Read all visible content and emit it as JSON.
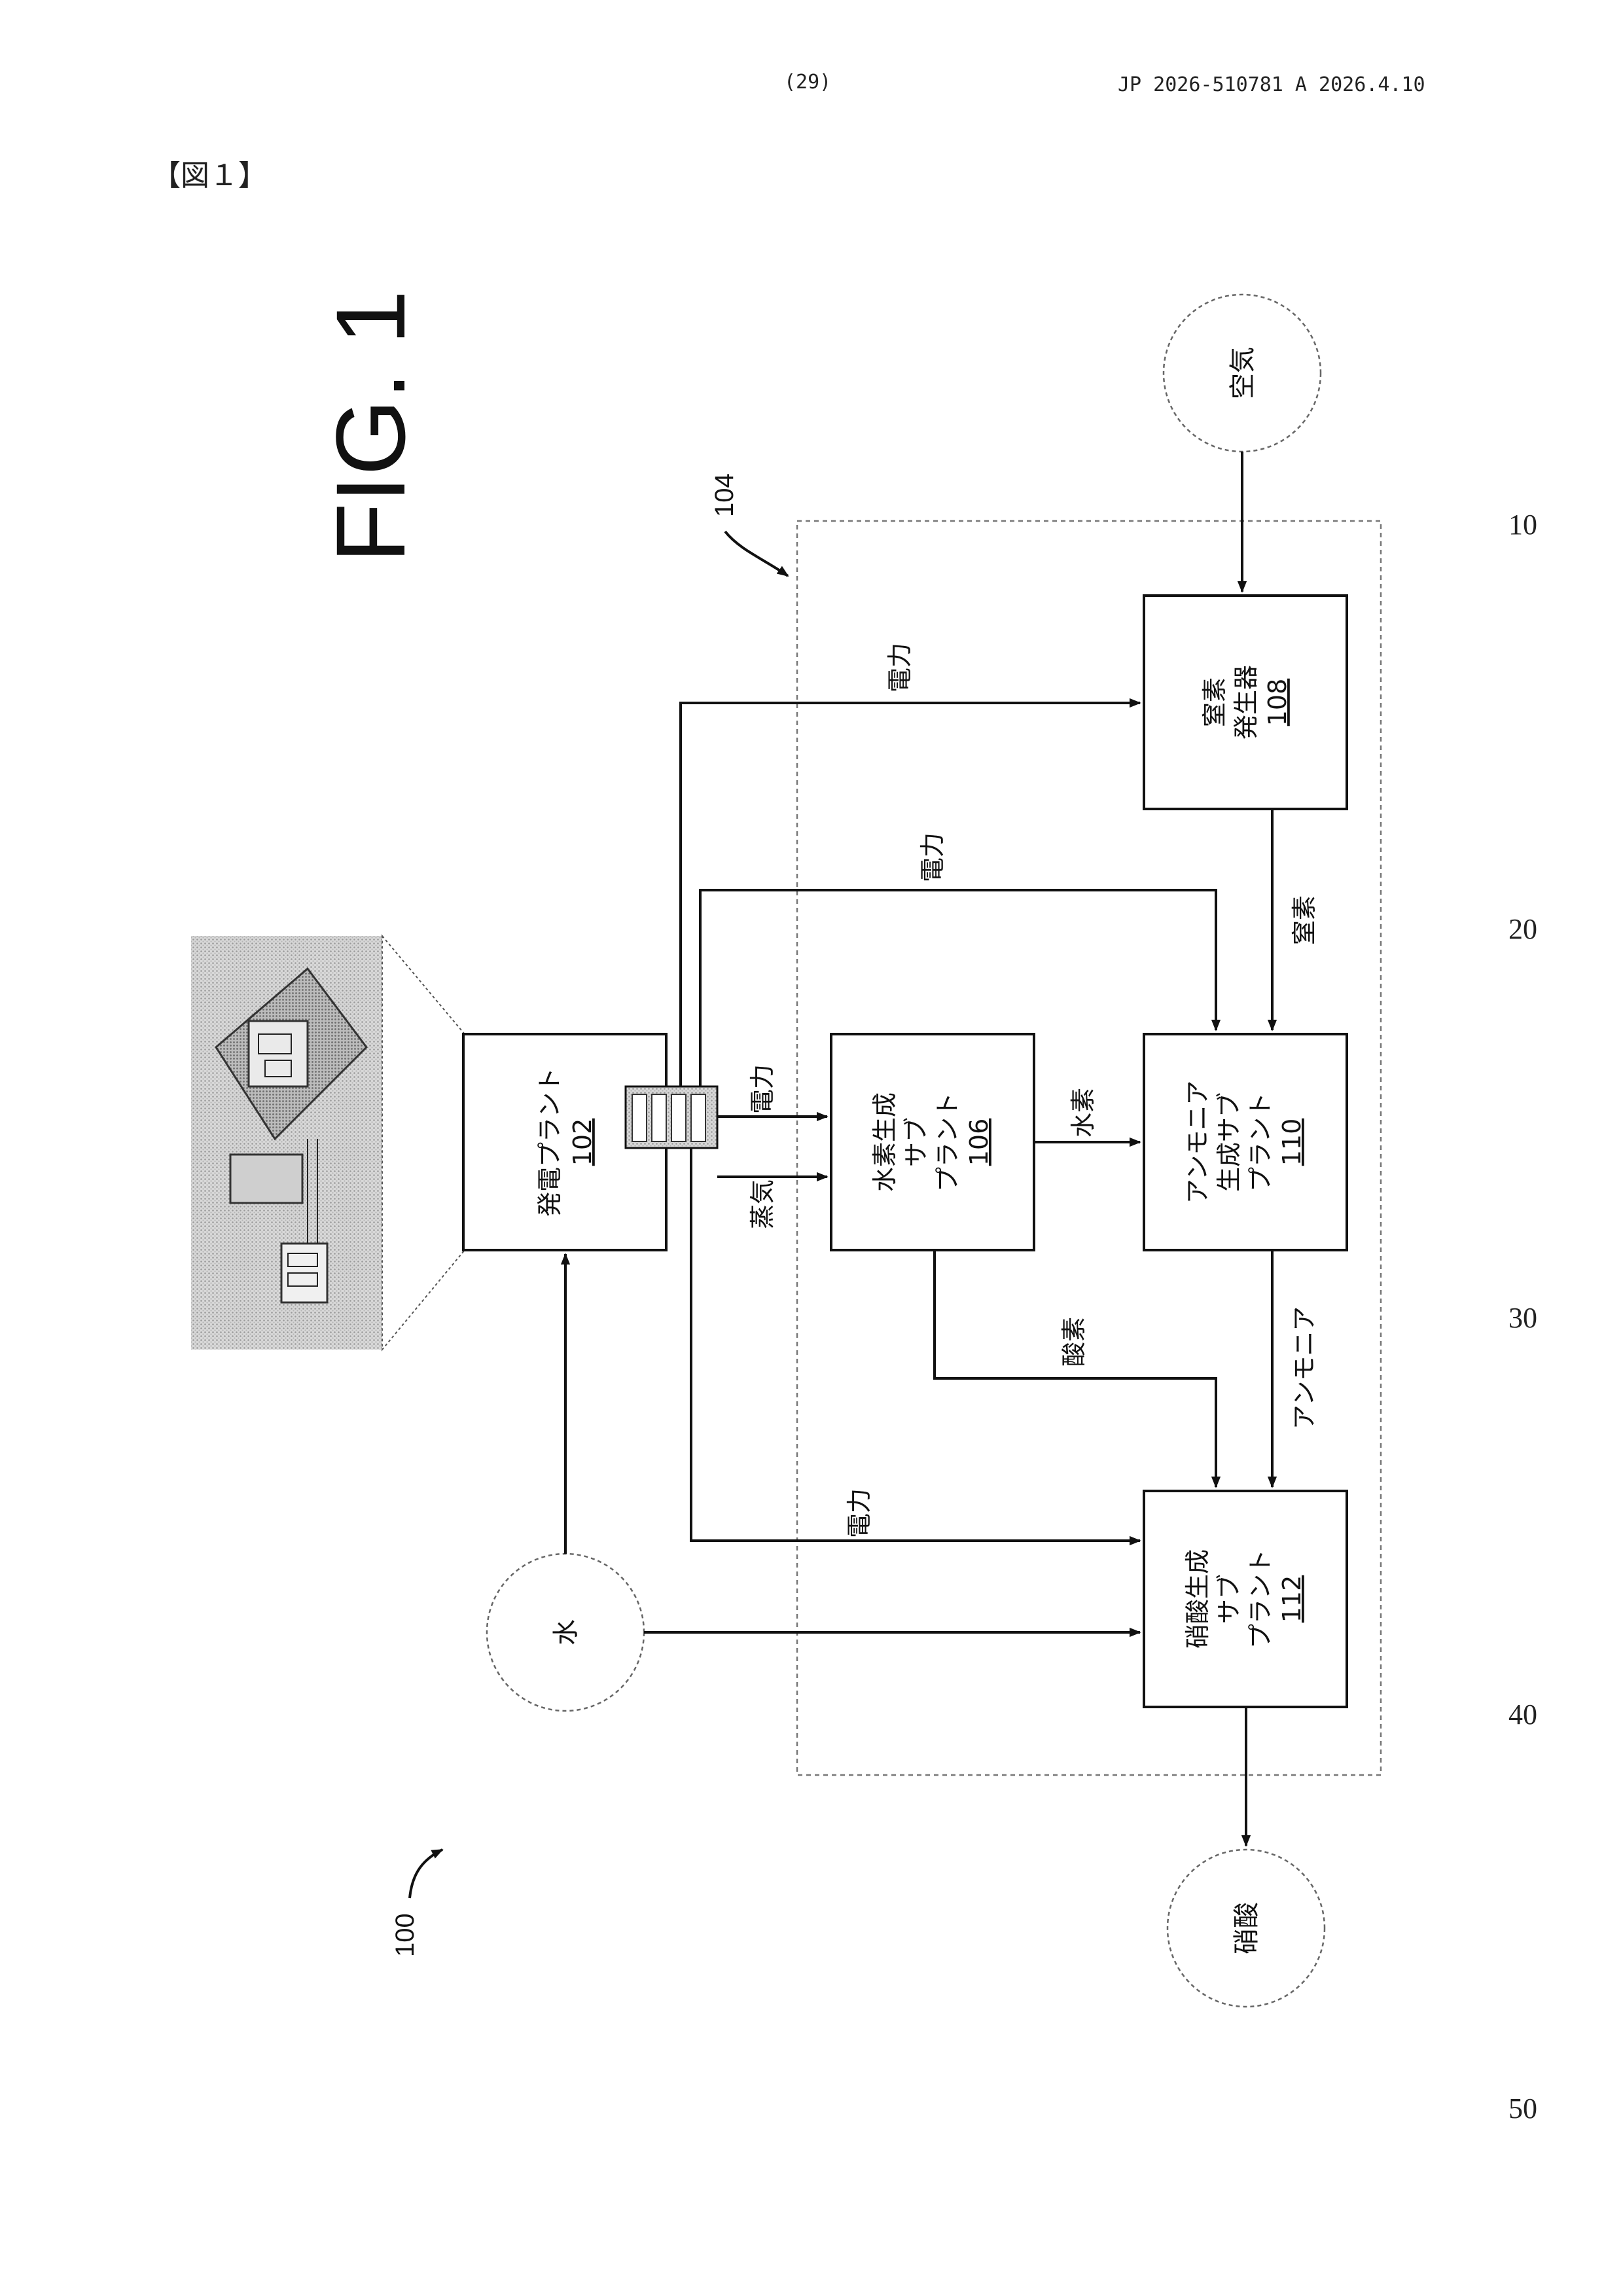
{
  "header": {
    "page": "(29)",
    "pub_number": "JP  2026-510781  A  2026.4.10"
  },
  "figure_tag": "【図１】",
  "line_numbers": [
    "10",
    "20",
    "30",
    "40",
    "50"
  ],
  "figure": {
    "title": "FIG. 1",
    "ref_system": "100",
    "ref_facility": "104"
  },
  "nodes": {
    "air": "空気",
    "water": "水",
    "nitric_out": "硝酸",
    "power_plant": {
      "lines": [
        "発電プラント"
      ],
      "ref": "102"
    },
    "hydrogen_sub": {
      "lines": [
        "水素生成",
        "サブ",
        "プラント"
      ],
      "ref": "106"
    },
    "nitrogen_gen": {
      "lines": [
        "窒素",
        "発生器"
      ],
      "ref": "108"
    },
    "ammonia_sub": {
      "lines": [
        "アンモニア",
        "生成サブ",
        "プラント"
      ],
      "ref": "110"
    },
    "nitric_sub": {
      "lines": [
        "硝酸生成",
        "サブ",
        "プラント"
      ],
      "ref": "112"
    }
  },
  "edge_labels": {
    "power_to_n2": "電力",
    "power_to_ammonia": "電力",
    "power_to_h2": "電力",
    "steam": "蒸気",
    "hydrogen": "水素",
    "nitrogen": "窒素",
    "oxygen": "酸素",
    "ammonia": "アンモニア",
    "power_to_nitric": "電力"
  },
  "colors": {
    "line": "#111111",
    "dashed_box": "#777777",
    "circle": "#666666"
  }
}
